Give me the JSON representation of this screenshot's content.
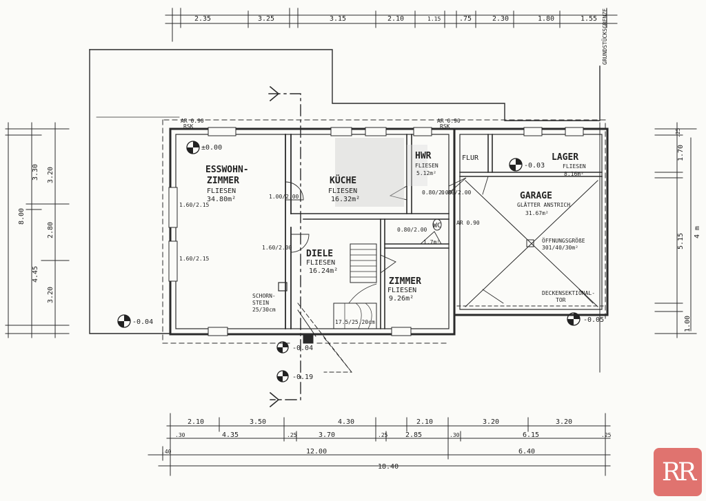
{
  "rooms": {
    "esswohn_1": "ESSWOHN-",
    "esswohn_2": "ZIMMER",
    "esswohn_floor": "FLIESEN",
    "esswohn_area": "34.80m²",
    "kueche": "KÜCHE",
    "kueche_floor": "FLIESEN",
    "kueche_area": "16.32m²",
    "hwr": "HWR",
    "hwr_floor": "FLIESEN",
    "hwr_area": "5.12m²",
    "flur": "FLUR",
    "lager": "LAGER",
    "lager_floor": "FLIESEN",
    "lager_area": "8.16m²",
    "garage": "GARAGE",
    "garage_floor": "GLÄTTER ANSTRICH",
    "garage_area": "31.67m²",
    "garage_opening": "ÖFFNUNGSGRÖßE",
    "garage_opening_val": "301/40/30m²",
    "diele": "DIELE",
    "diele_floor": "FLIESEN",
    "diele_area": "16.24m²",
    "zimmer": "ZIMMER",
    "zimmer_floor": "FLIESEN",
    "zimmer_area": "9.26m²",
    "wc": "WC",
    "wc_area": "1.7m²",
    "treppe": "17.5/25.20cm",
    "kamin_1": "SCHORN-",
    "kamin_2": "STEIN",
    "kamin_3": "25/30cm",
    "decke": "DECKENSEKTIONAL-",
    "decke2": "TOR",
    "grenze": "GRUNDSTÜCKSGRENZE"
  },
  "levels": {
    "ess": "±0.00",
    "lager": "-0.03",
    "left_ext": "-0.04",
    "right_ext": "-0.05",
    "entry1": "-0.04",
    "entry2": "-0.19"
  },
  "windows": {
    "w1": "1.60/2.15",
    "w2": "1.60/2.15",
    "w3": "1.00/2.00",
    "w4": "1.60/2.00",
    "w5": "0.80/2.00",
    "w6": "0.80/2.00",
    "w7": "0.80/2.00",
    "ar1": "AR 0.90",
    "ar2": "RSK",
    "ar3": "AR 0.90",
    "ar4": "RSK",
    "ar5": "AR 0.90"
  },
  "top_dims": [
    "2.35",
    "3.25",
    "3.15",
    "2.10",
    "1.15",
    ".75",
    "2.30",
    "1.80",
    "1.55"
  ],
  "bottom_dims_1": [
    "2.10",
    "3.50",
    "4.30",
    "2.10",
    "3.20",
    "3.20"
  ],
  "bottom_dims_2": [
    ".30",
    "4.35",
    ".25",
    "3.70",
    ".25",
    "2.85",
    ".30",
    "6.15",
    ".25"
  ],
  "bottom_dims_3": [
    ".40",
    "12.00",
    "6.40"
  ],
  "bottom_total": "18.40",
  "left_dims_outer": "8.00",
  "left_dims_mid": [
    "3.30",
    "4.45"
  ],
  "left_dims_inner": [
    "3.20",
    "2.80",
    "3.20"
  ],
  "right_dims": [
    "1.70",
    "5.15",
    "1.00"
  ],
  "right_small": ".25",
  "right_label": "4 m",
  "logo": "RR"
}
